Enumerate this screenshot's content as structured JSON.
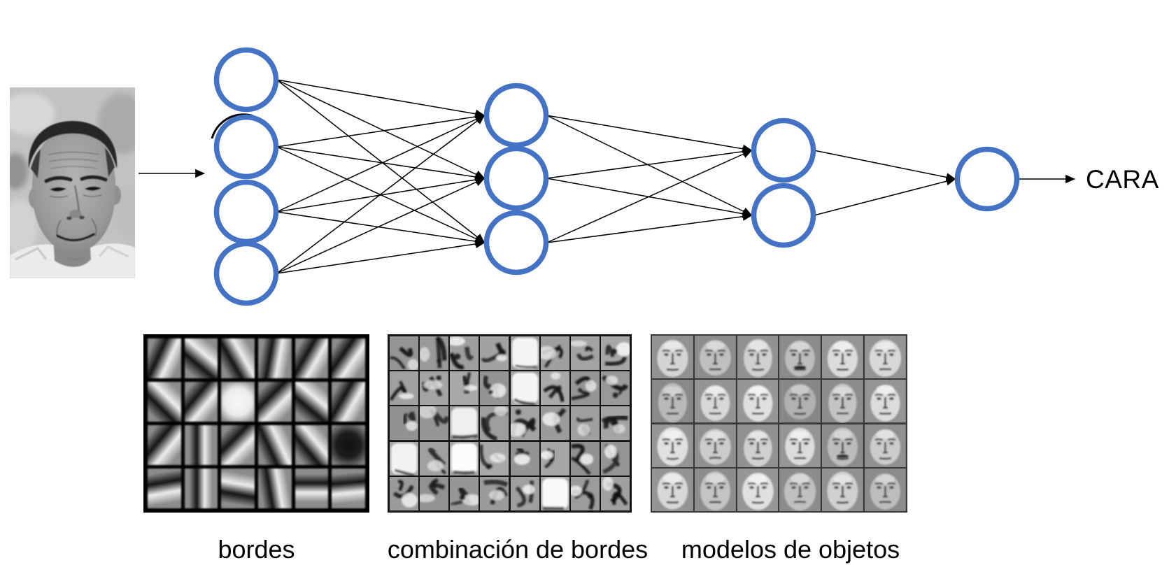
{
  "diagram": {
    "output_label": "CARA",
    "node_color": "#4472C4",
    "line_color": "#000000",
    "layers": [
      {
        "name": "input-layer",
        "nodes": 4
      },
      {
        "name": "hidden-layer-1",
        "nodes": 3
      },
      {
        "name": "hidden-layer-2",
        "nodes": 2
      },
      {
        "name": "output-layer",
        "nodes": 1
      }
    ],
    "input_image": "grayscale-male-face-photo"
  },
  "figures": [
    {
      "id": "bordes",
      "label": "bordes",
      "rows": 4,
      "cols": 6,
      "cells": [
        {
          "k": "edge",
          "g": 115
        },
        {
          "k": "edge",
          "g": 40
        },
        {
          "k": "edge",
          "g": 60
        },
        {
          "k": "edge",
          "g": 100
        },
        {
          "k": "edge",
          "g": 120
        },
        {
          "k": "edge",
          "g": 125
        },
        {
          "k": "edge",
          "g": 45
        },
        {
          "k": "edge",
          "g": 130
        },
        {
          "k": "spot",
          "tone": "light"
        },
        {
          "k": "edge",
          "g": 135
        },
        {
          "k": "edge",
          "g": 40
        },
        {
          "k": "edge",
          "g": 120
        },
        {
          "k": "edge",
          "g": 130
        },
        {
          "k": "edge",
          "g": 90
        },
        {
          "k": "edge",
          "g": 135
        },
        {
          "k": "edge",
          "g": 65
        },
        {
          "k": "edge",
          "g": 50
        },
        {
          "k": "spot",
          "tone": "dark"
        },
        {
          "k": "edge",
          "g": 170
        },
        {
          "k": "edge",
          "g": 90
        },
        {
          "k": "edge",
          "g": 10
        },
        {
          "k": "edge",
          "g": 80
        },
        {
          "k": "edge",
          "g": 180
        },
        {
          "k": "edge",
          "g": 175
        }
      ]
    },
    {
      "id": "combinacion",
      "label": "combinación de bordes",
      "rows": 5,
      "cols": 8,
      "cells": [
        {
          "k": "c",
          "s": 1
        },
        {
          "k": "c",
          "s": 2
        },
        {
          "k": "c",
          "s": 3
        },
        {
          "k": "c",
          "s": 4
        },
        {
          "k": "b",
          "s": 5
        },
        {
          "k": "c",
          "s": 6
        },
        {
          "k": "c",
          "s": 7
        },
        {
          "k": "c",
          "s": 8
        },
        {
          "k": "c",
          "s": 9
        },
        {
          "k": "c",
          "s": 10
        },
        {
          "k": "c",
          "s": 11
        },
        {
          "k": "c",
          "s": 12
        },
        {
          "k": "b",
          "s": 13
        },
        {
          "k": "c",
          "s": 14
        },
        {
          "k": "c",
          "s": 15
        },
        {
          "k": "c",
          "s": 16
        },
        {
          "k": "c",
          "s": 17
        },
        {
          "k": "c",
          "s": 18
        },
        {
          "k": "b",
          "s": 19
        },
        {
          "k": "c",
          "s": 20
        },
        {
          "k": "c",
          "s": 21
        },
        {
          "k": "c",
          "s": 22
        },
        {
          "k": "c",
          "s": 23
        },
        {
          "k": "c",
          "s": 24
        },
        {
          "k": "b",
          "s": 25
        },
        {
          "k": "c",
          "s": 26
        },
        {
          "k": "b",
          "s": 27
        },
        {
          "k": "c",
          "s": 28
        },
        {
          "k": "c",
          "s": 29
        },
        {
          "k": "c",
          "s": 30
        },
        {
          "k": "c",
          "s": 31
        },
        {
          "k": "c",
          "s": 32
        },
        {
          "k": "c",
          "s": 33
        },
        {
          "k": "c",
          "s": 34
        },
        {
          "k": "c",
          "s": 35
        },
        {
          "k": "c",
          "s": 36
        },
        {
          "k": "c",
          "s": 37
        },
        {
          "k": "b",
          "s": 38
        },
        {
          "k": "c",
          "s": 39
        },
        {
          "k": "c",
          "s": 40
        }
      ]
    },
    {
      "id": "modelos",
      "label": "modelos de objetos",
      "rows": 4,
      "cols": 6,
      "cells": [
        {
          "k": "face",
          "t": 0.8
        },
        {
          "k": "face",
          "t": 0.55
        },
        {
          "k": "face",
          "t": 0.75
        },
        {
          "k": "face",
          "t": 0.5,
          "m": true
        },
        {
          "k": "face",
          "t": 0.9
        },
        {
          "k": "face",
          "t": 0.85
        },
        {
          "k": "face",
          "t": 0.45
        },
        {
          "k": "face",
          "t": 0.85
        },
        {
          "k": "face",
          "t": 0.95
        },
        {
          "k": "face",
          "t": 0.35
        },
        {
          "k": "face",
          "t": 0.6
        },
        {
          "k": "face",
          "t": 0.9
        },
        {
          "k": "face",
          "t": 0.95
        },
        {
          "k": "face",
          "t": 0.7
        },
        {
          "k": "face",
          "t": 0.75
        },
        {
          "k": "face",
          "t": 0.9
        },
        {
          "k": "face",
          "t": 0.5,
          "m": true
        },
        {
          "k": "face",
          "t": 0.7
        },
        {
          "k": "face",
          "t": 0.85
        },
        {
          "k": "face",
          "t": 0.6
        },
        {
          "k": "face",
          "t": 0.95
        },
        {
          "k": "face",
          "t": 0.55
        },
        {
          "k": "face",
          "t": 0.75
        },
        {
          "k": "face",
          "t": 0.5
        }
      ]
    }
  ]
}
